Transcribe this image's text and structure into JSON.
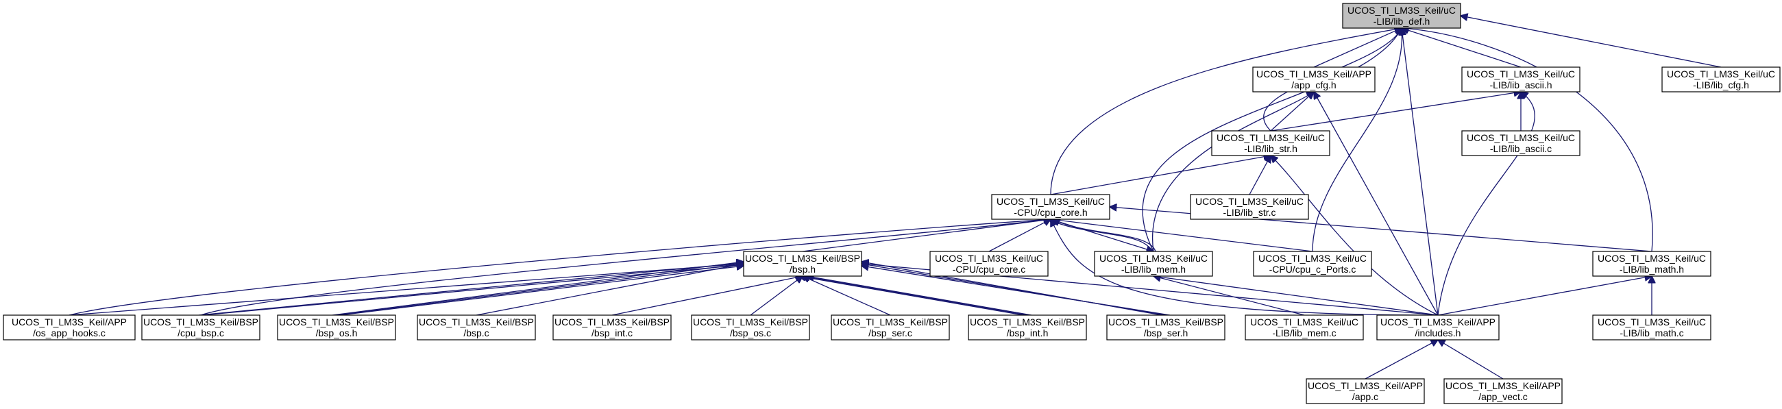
{
  "colors": {
    "edge": "#191970",
    "node_fill": "#ffffff",
    "root_fill": "#bfbfbf",
    "node_border": "#000000"
  },
  "nodes": [
    {
      "id": "lib_def_h",
      "lines": [
        "UCOS_TI_LM3S_Keil/uC",
        "-LIB/lib_def.h"
      ],
      "root": true
    },
    {
      "id": "app_cfg_h",
      "lines": [
        "UCOS_TI_LM3S_Keil/APP",
        "/app_cfg.h"
      ]
    },
    {
      "id": "lib_ascii_h",
      "lines": [
        "UCOS_TI_LM3S_Keil/uC",
        "-LIB/lib_ascii.h"
      ]
    },
    {
      "id": "lib_cfg_h",
      "lines": [
        "UCOS_TI_LM3S_Keil/uC",
        "-LIB/lib_cfg.h"
      ]
    },
    {
      "id": "lib_str_h",
      "lines": [
        "UCOS_TI_LM3S_Keil/uC",
        "-LIB/lib_str.h"
      ]
    },
    {
      "id": "lib_ascii_c",
      "lines": [
        "UCOS_TI_LM3S_Keil/uC",
        "-LIB/lib_ascii.c"
      ]
    },
    {
      "id": "cpu_core_h",
      "lines": [
        "UCOS_TI_LM3S_Keil/uC",
        "-CPU/cpu_core.h"
      ]
    },
    {
      "id": "lib_str_c",
      "lines": [
        "UCOS_TI_LM3S_Keil/uC",
        "-LIB/lib_str.c"
      ]
    },
    {
      "id": "bsp_h",
      "lines": [
        "UCOS_TI_LM3S_Keil/BSP",
        "/bsp.h"
      ]
    },
    {
      "id": "cpu_core_c",
      "lines": [
        "UCOS_TI_LM3S_Keil/uC",
        "-CPU/cpu_core.c"
      ]
    },
    {
      "id": "lib_mem_h",
      "lines": [
        "UCOS_TI_LM3S_Keil/uC",
        "-LIB/lib_mem.h"
      ]
    },
    {
      "id": "cpu_c_ports_c",
      "lines": [
        "UCOS_TI_LM3S_Keil/uC",
        "-CPU/cpu_c_Ports.c"
      ]
    },
    {
      "id": "lib_math_h",
      "lines": [
        "UCOS_TI_LM3S_Keil/uC",
        "-LIB/lib_math.h"
      ]
    },
    {
      "id": "os_app_hooks_c",
      "lines": [
        "UCOS_TI_LM3S_Keil/APP",
        "/os_app_hooks.c"
      ]
    },
    {
      "id": "cpu_bsp_c",
      "lines": [
        "UCOS_TI_LM3S_Keil/BSP",
        "/cpu_bsp.c"
      ]
    },
    {
      "id": "bsp_os_h",
      "lines": [
        "UCOS_TI_LM3S_Keil/BSP",
        "/bsp_os.h"
      ]
    },
    {
      "id": "bsp_c",
      "lines": [
        "UCOS_TI_LM3S_Keil/BSP",
        "/bsp.c"
      ]
    },
    {
      "id": "bsp_int_c",
      "lines": [
        "UCOS_TI_LM3S_Keil/BSP",
        "/bsp_int.c"
      ]
    },
    {
      "id": "bsp_os_c",
      "lines": [
        "UCOS_TI_LM3S_Keil/BSP",
        "/bsp_os.c"
      ]
    },
    {
      "id": "bsp_ser_c",
      "lines": [
        "UCOS_TI_LM3S_Keil/BSP",
        "/bsp_ser.c"
      ]
    },
    {
      "id": "bsp_int_h",
      "lines": [
        "UCOS_TI_LM3S_Keil/BSP",
        "/bsp_int.h"
      ]
    },
    {
      "id": "bsp_ser_h",
      "lines": [
        "UCOS_TI_LM3S_Keil/BSP",
        "/bsp_ser.h"
      ]
    },
    {
      "id": "lib_mem_c",
      "lines": [
        "UCOS_TI_LM3S_Keil/uC",
        "-LIB/lib_mem.c"
      ]
    },
    {
      "id": "includes_h",
      "lines": [
        "UCOS_TI_LM3S_Keil/APP",
        "/includes.h"
      ]
    },
    {
      "id": "lib_math_c",
      "lines": [
        "UCOS_TI_LM3S_Keil/uC",
        "-LIB/lib_math.c"
      ]
    },
    {
      "id": "app_c",
      "lines": [
        "UCOS_TI_LM3S_Keil/APP",
        "/app.c"
      ]
    },
    {
      "id": "app_vect_c",
      "lines": [
        "UCOS_TI_LM3S_Keil/APP",
        "/app_vect.c"
      ]
    }
  ],
  "edges": [
    {
      "from": "app_cfg_h",
      "to": "lib_def_h"
    },
    {
      "from": "lib_ascii_h",
      "to": "lib_def_h"
    },
    {
      "from": "lib_cfg_h",
      "to": "lib_def_h"
    },
    {
      "from": "lib_str_h",
      "to": "lib_def_h"
    },
    {
      "from": "cpu_core_h",
      "to": "lib_def_h"
    },
    {
      "from": "lib_mem_h",
      "to": "lib_def_h"
    },
    {
      "from": "cpu_c_ports_c",
      "to": "lib_def_h"
    },
    {
      "from": "lib_math_h",
      "to": "lib_def_h"
    },
    {
      "from": "includes_h",
      "to": "lib_def_h"
    },
    {
      "from": "lib_str_h",
      "to": "app_cfg_h"
    },
    {
      "from": "lib_mem_h",
      "to": "app_cfg_h"
    },
    {
      "from": "includes_h",
      "to": "app_cfg_h"
    },
    {
      "from": "lib_str_h",
      "to": "lib_ascii_h"
    },
    {
      "from": "lib_ascii_c",
      "to": "lib_ascii_h"
    },
    {
      "from": "includes_h",
      "to": "lib_ascii_h"
    },
    {
      "from": "cpu_core_h",
      "to": "lib_str_h"
    },
    {
      "from": "lib_str_c",
      "to": "lib_str_h"
    },
    {
      "from": "includes_h",
      "to": "lib_str_h"
    },
    {
      "from": "os_app_hooks_c",
      "to": "cpu_core_h"
    },
    {
      "from": "cpu_bsp_c",
      "to": "cpu_core_h"
    },
    {
      "from": "bsp_h",
      "to": "cpu_core_h"
    },
    {
      "from": "cpu_core_c",
      "to": "cpu_core_h"
    },
    {
      "from": "lib_mem_h",
      "to": "cpu_core_h"
    },
    {
      "from": "cpu_c_ports_c",
      "to": "cpu_core_h"
    },
    {
      "from": "lib_math_h",
      "to": "cpu_core_h"
    },
    {
      "from": "includes_h",
      "to": "cpu_core_h"
    },
    {
      "from": "os_app_hooks_c",
      "to": "bsp_h"
    },
    {
      "from": "cpu_bsp_c",
      "to": "bsp_h"
    },
    {
      "from": "bsp_os_h",
      "to": "bsp_h"
    },
    {
      "from": "bsp_c",
      "to": "bsp_h"
    },
    {
      "from": "bsp_int_c",
      "to": "bsp_h"
    },
    {
      "from": "bsp_os_c",
      "to": "bsp_h"
    },
    {
      "from": "bsp_ser_c",
      "to": "bsp_h"
    },
    {
      "from": "bsp_int_h",
      "to": "bsp_h"
    },
    {
      "from": "bsp_ser_h",
      "to": "bsp_h"
    },
    {
      "from": "includes_h",
      "to": "bsp_h"
    },
    {
      "from": "cpu_core_h",
      "to": "lib_mem_h"
    },
    {
      "from": "lib_mem_c",
      "to": "lib_mem_h"
    },
    {
      "from": "includes_h",
      "to": "lib_mem_h"
    },
    {
      "from": "includes_h",
      "to": "lib_math_h"
    },
    {
      "from": "lib_math_c",
      "to": "lib_math_h"
    },
    {
      "from": "app_c",
      "to": "includes_h"
    },
    {
      "from": "app_vect_c",
      "to": "includes_h"
    }
  ]
}
